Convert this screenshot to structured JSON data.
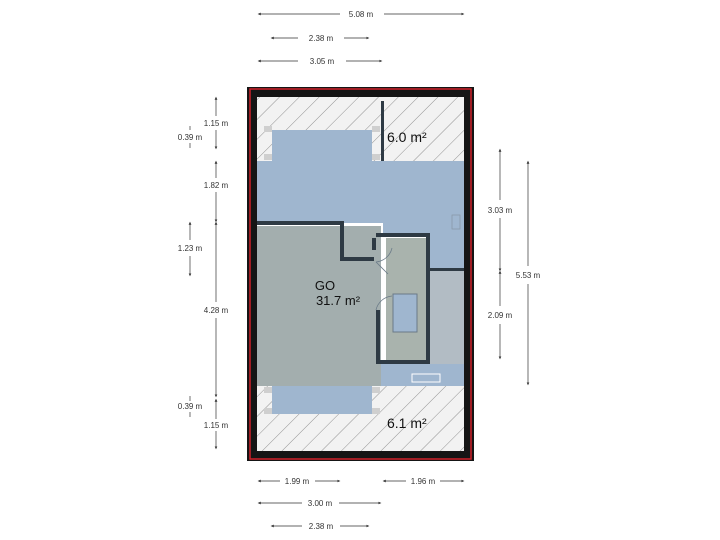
{
  "rooms": {
    "main": {
      "name": "GO",
      "area": "31.7 m²"
    },
    "top_right": {
      "area": "6.0 m²"
    },
    "bottom_right": {
      "area": "6.1 m²"
    }
  },
  "dimensions": {
    "top": [
      "5.08 m",
      "2.38 m",
      "3.05 m"
    ],
    "bottom": [
      "1.99 m",
      "1.96 m",
      "3.00 m",
      "2.38 m"
    ],
    "left": [
      "1.15 m",
      "0.39 m",
      "1.82 m",
      "1.23 m",
      "4.28 m",
      "0.39 m",
      "1.15 m"
    ],
    "right": [
      "3.03 m",
      "2.09 m",
      "5.53 m"
    ]
  },
  "colors": {
    "wall": "#151515",
    "outline": "#d0202a",
    "floor_blue": "#9fb6cf",
    "floor_gray": "#a3aeae",
    "hatch_bg": "#f2f2f2",
    "hatch_line": "#7a7a7a"
  }
}
